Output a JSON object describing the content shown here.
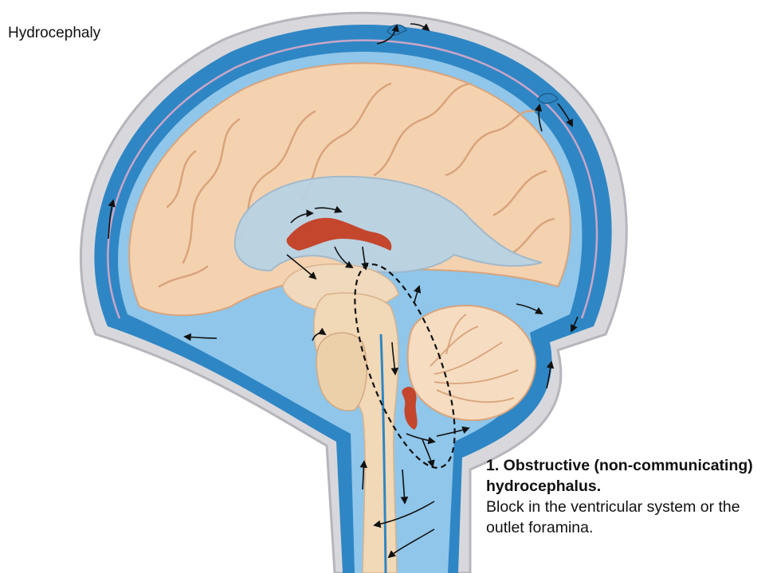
{
  "slide": {
    "title": "Hydrocephaly"
  },
  "caption": {
    "heading": "1. Obstructive (non-communicating) hydrocephalus.",
    "body": "Block in the ventricular system or the outlet foramina."
  },
  "colors": {
    "csf_blue": "#2f86c4",
    "csf_light": "#8fc6ea",
    "brain_tissue": "#f4d2b0",
    "brain_fold": "#d9a47c",
    "dura_pink": "#c9a6c8",
    "choroid_red": "#c4462d",
    "arrow": "#111111",
    "obstruction_outline": "#111111"
  }
}
